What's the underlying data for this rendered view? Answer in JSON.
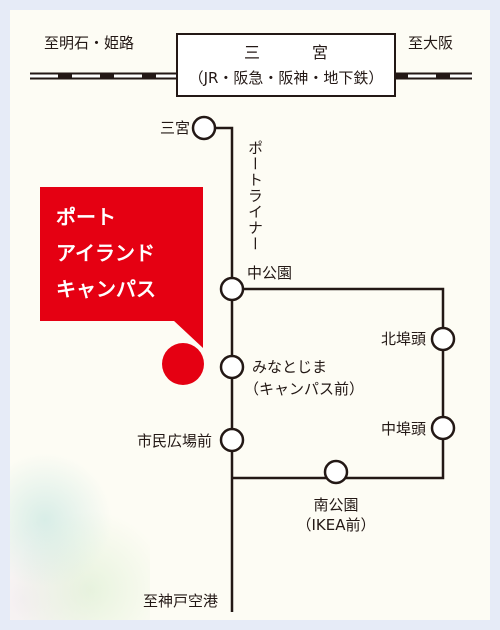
{
  "header": {
    "westbound": "至明石・姫路",
    "eastbound": "至大阪",
    "hub_name": "三　宮",
    "hub_lines": "（JR・阪急・阪神・地下鉄）"
  },
  "line": {
    "name": "ポートライナー"
  },
  "stations": {
    "sannomiya": "三宮",
    "nakakoen": "中公園",
    "minatojima": "みなとじま",
    "minatojima_note": "（キャンパス前）",
    "shimin_hiroba": "市民広場前",
    "kita_futo": "北埠頭",
    "naka_futo": "中埠頭",
    "minami_koen": "南公園",
    "minami_koen_note": "（IKEA前）"
  },
  "footer": {
    "terminus": "至神戸空港"
  },
  "callout": {
    "line1": "ポート",
    "line2": "アイランド",
    "line3": "キャンパス"
  },
  "colors": {
    "accent": "#e50012",
    "line": "#231815",
    "background": "#fdfcf4",
    "frame": "#e6ebf7"
  }
}
